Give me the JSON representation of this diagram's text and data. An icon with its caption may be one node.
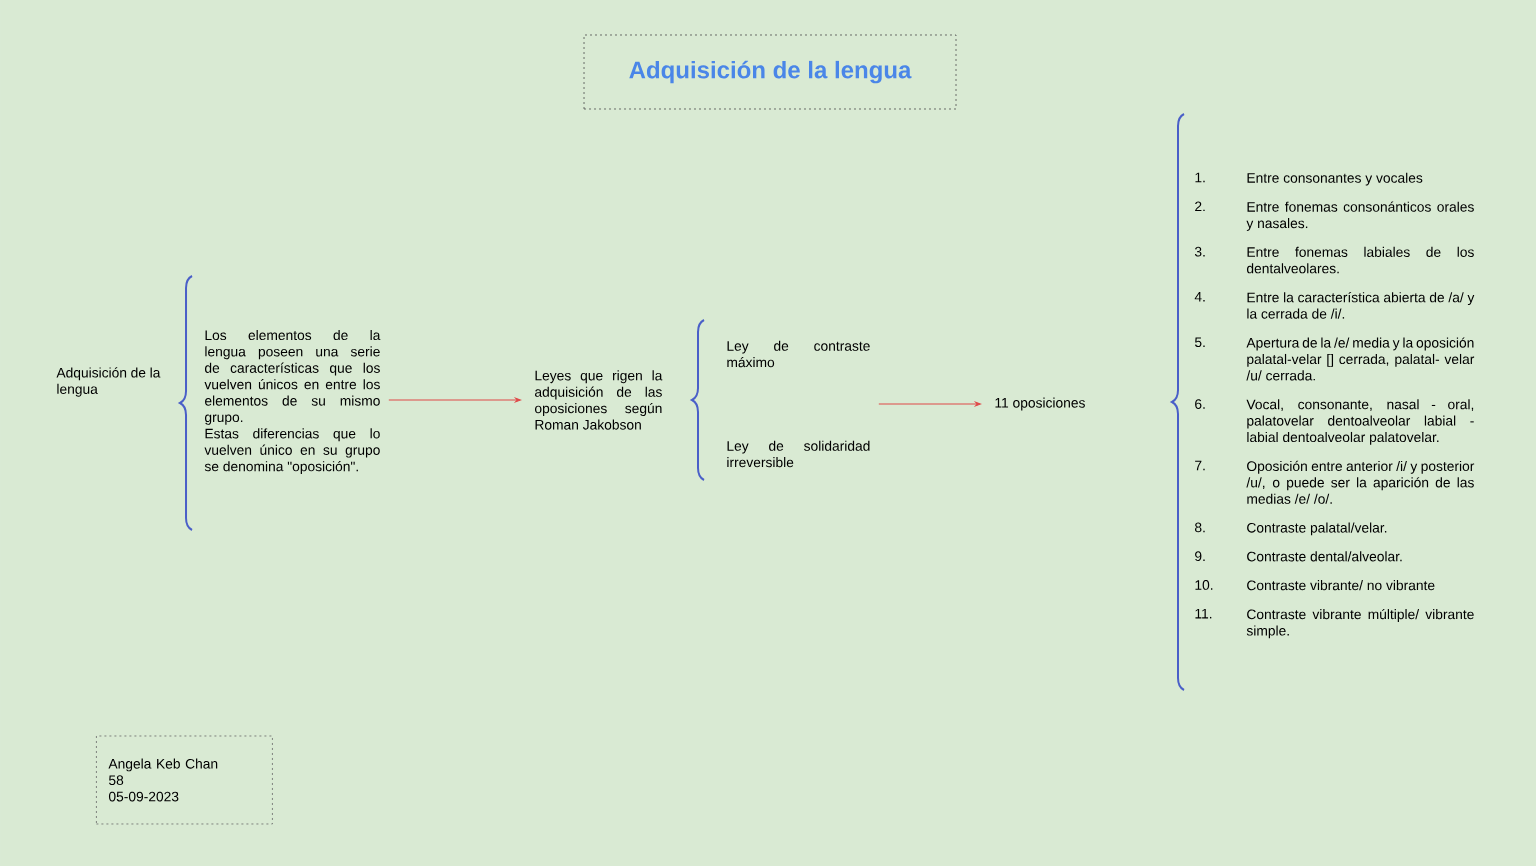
{
  "diagram": {
    "title": "Adquisición de la lengua",
    "nodes": [
      {
        "text": [
          "Adquisición de la lengua"
        ]
      },
      {
        "text": [
          "Los elementos de la lengua poseen una serie de características que los vuelven únicos en entre los elementos de su mismo grupo.",
          "Estas diferencias que lo vuelven único en su grupo se denomina \"oposición\"."
        ]
      },
      {
        "text": [
          "Leyes que rigen la adquisición de las oposiciones según Roman Jakobson"
        ]
      },
      {
        "text": [
          "Ley de contraste máximo"
        ]
      },
      {
        "text": [
          "Ley de solidaridad irreversible"
        ]
      },
      {
        "text": [
          "11 oposiciones"
        ]
      },
      {
        "text": [
          "1.",
          "Entre consonantes y vocales",
          "2.",
          "Entre fonemas consonánticos orales y nasales.",
          "3.",
          "Entre fonemas labiales de los dentalveolares.",
          "4.",
          "Entre la característica abierta de /a/ y la cerrada de /i/.",
          "5.",
          "Apertura de la /e/ media y la oposición palatal-velar [] cerrada, palatal- velar /u/ cerrada.",
          "6.",
          "Vocal, consonante, nasal - oral, palatovelar dentoalveolar labial - labial dentoalveolar palatovelar.",
          "7.",
          "Oposición entre anterior /i/ y posterior /u/, o puede ser la aparición de las medias /e/ /o/.",
          "8.",
          "Contraste palatal/velar.",
          "9.",
          "Contraste dental/alveolar.",
          "10.",
          "Contraste vibrante/ no vibrante",
          "11.",
          "Contraste vibrante múltiple/ vibrante simple."
        ]
      },
      {
        "text": [
          "Angela Keb Chan",
          "58",
          "05-09-2023"
        ]
      }
    ],
    "edges": [
      {
        "from": 1,
        "to": 2,
        "arrow": "to"
      },
      {
        "from": 4,
        "to": 5,
        "arrow": "to"
      }
    ]
  }
}
